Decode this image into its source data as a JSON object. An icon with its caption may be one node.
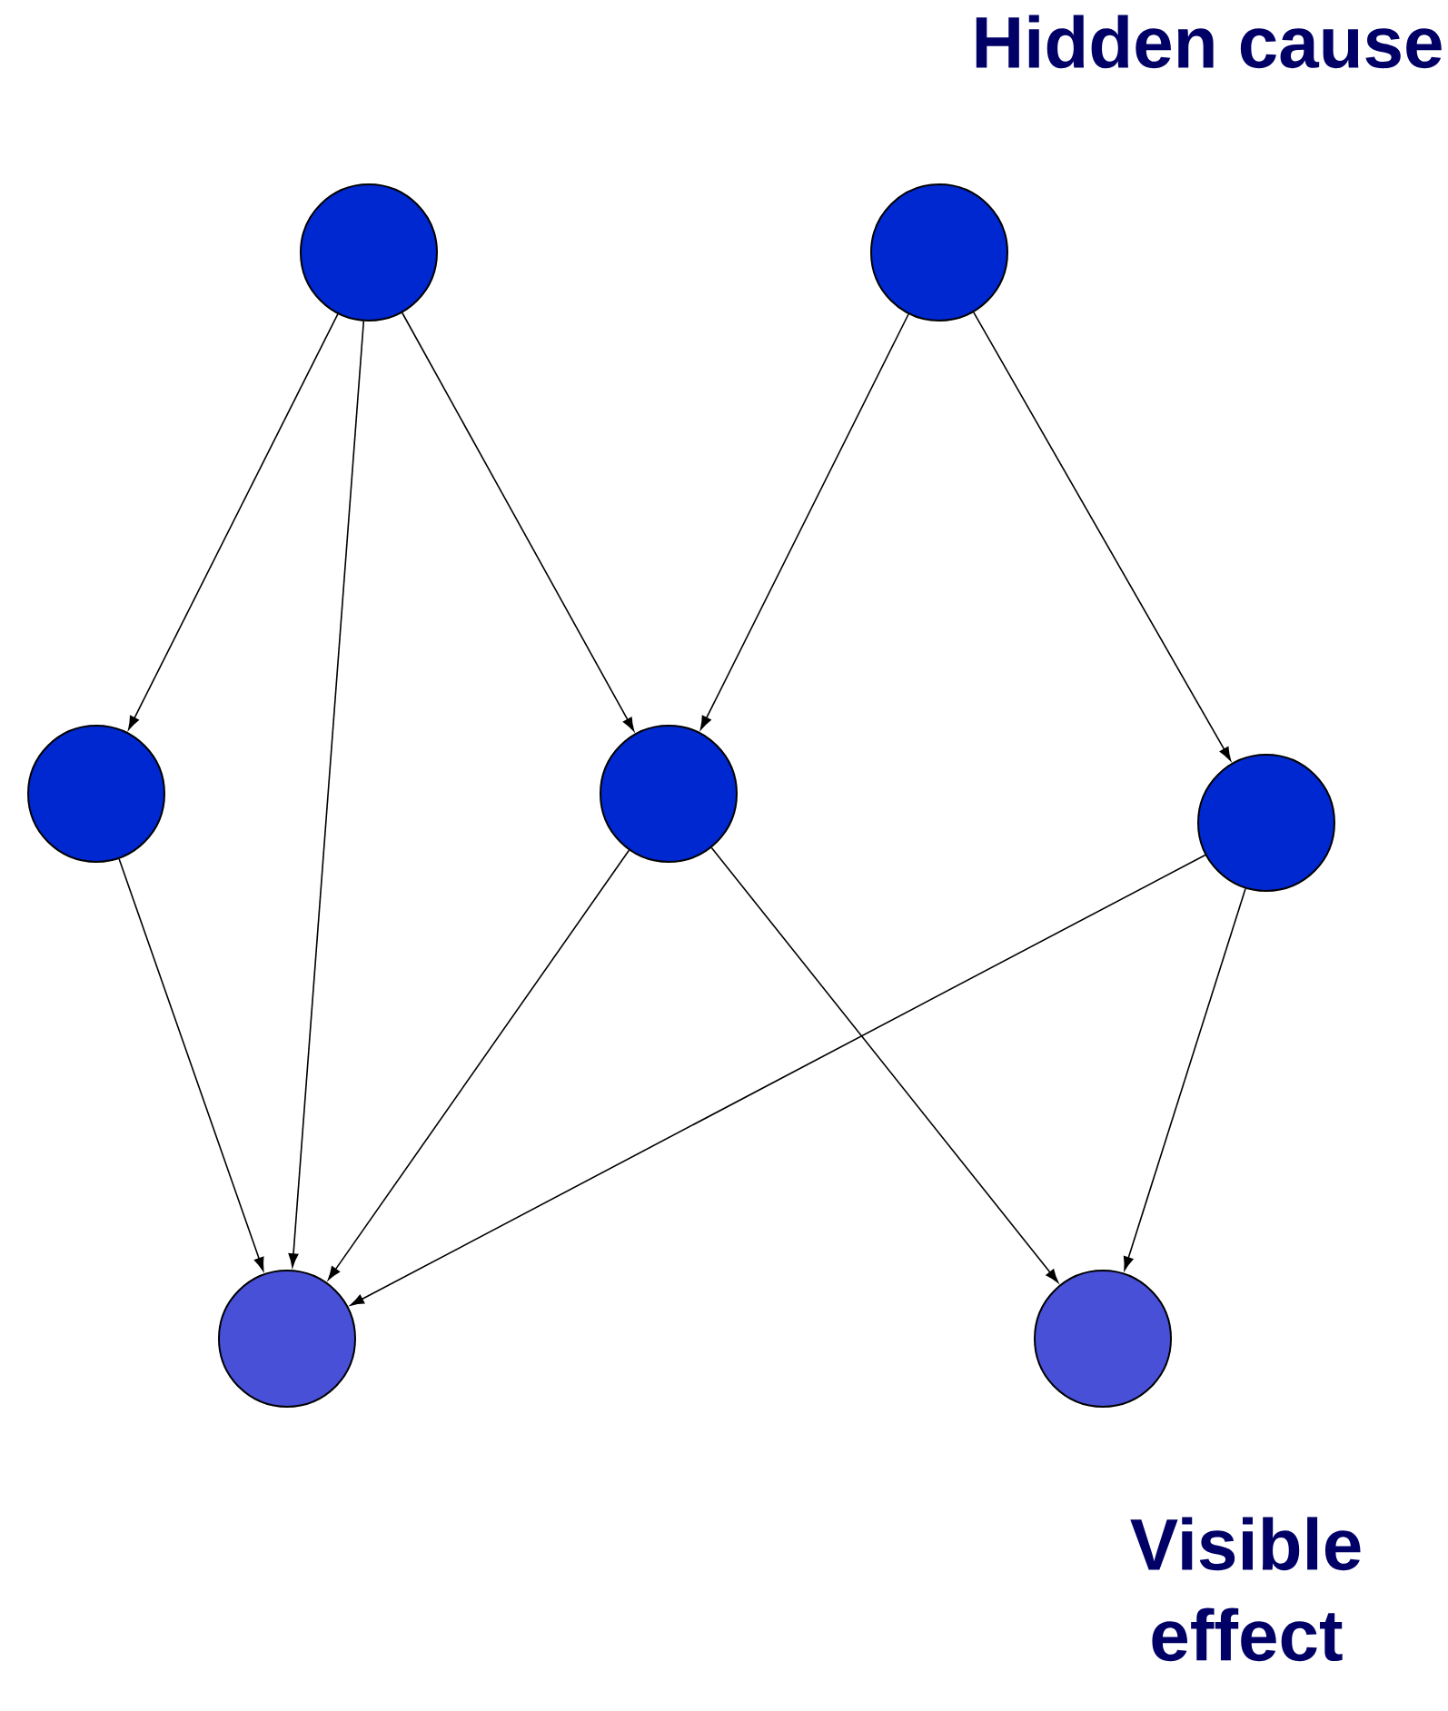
{
  "diagram": {
    "nodes": [
      {
        "text": [],
        "shape": "circle"
      },
      {
        "text": [],
        "shape": "circle"
      },
      {
        "text": [],
        "shape": "circle"
      },
      {
        "text": [],
        "shape": "circle"
      },
      {
        "text": [],
        "shape": "circle"
      },
      {
        "text": [],
        "shape": "circle"
      },
      {
        "text": [],
        "shape": "circle"
      }
    ],
    "edges": [
      {
        "from": 0,
        "to": 2,
        "arrow": "to"
      },
      {
        "from": 0,
        "to": 5,
        "arrow": "to"
      },
      {
        "from": 0,
        "to": 3,
        "arrow": "to"
      },
      {
        "from": 1,
        "to": 3,
        "arrow": "to"
      },
      {
        "from": 1,
        "to": 4,
        "arrow": "to"
      },
      {
        "from": 2,
        "to": 5,
        "arrow": "to"
      },
      {
        "from": 3,
        "to": 5,
        "arrow": "to"
      },
      {
        "from": 3,
        "to": 6,
        "arrow": "to"
      },
      {
        "from": 4,
        "to": 5,
        "arrow": "to"
      },
      {
        "from": 4,
        "to": 6,
        "arrow": "to"
      }
    ],
    "labels": [
      "Hidden cause",
      "Visible effect"
    ]
  }
}
